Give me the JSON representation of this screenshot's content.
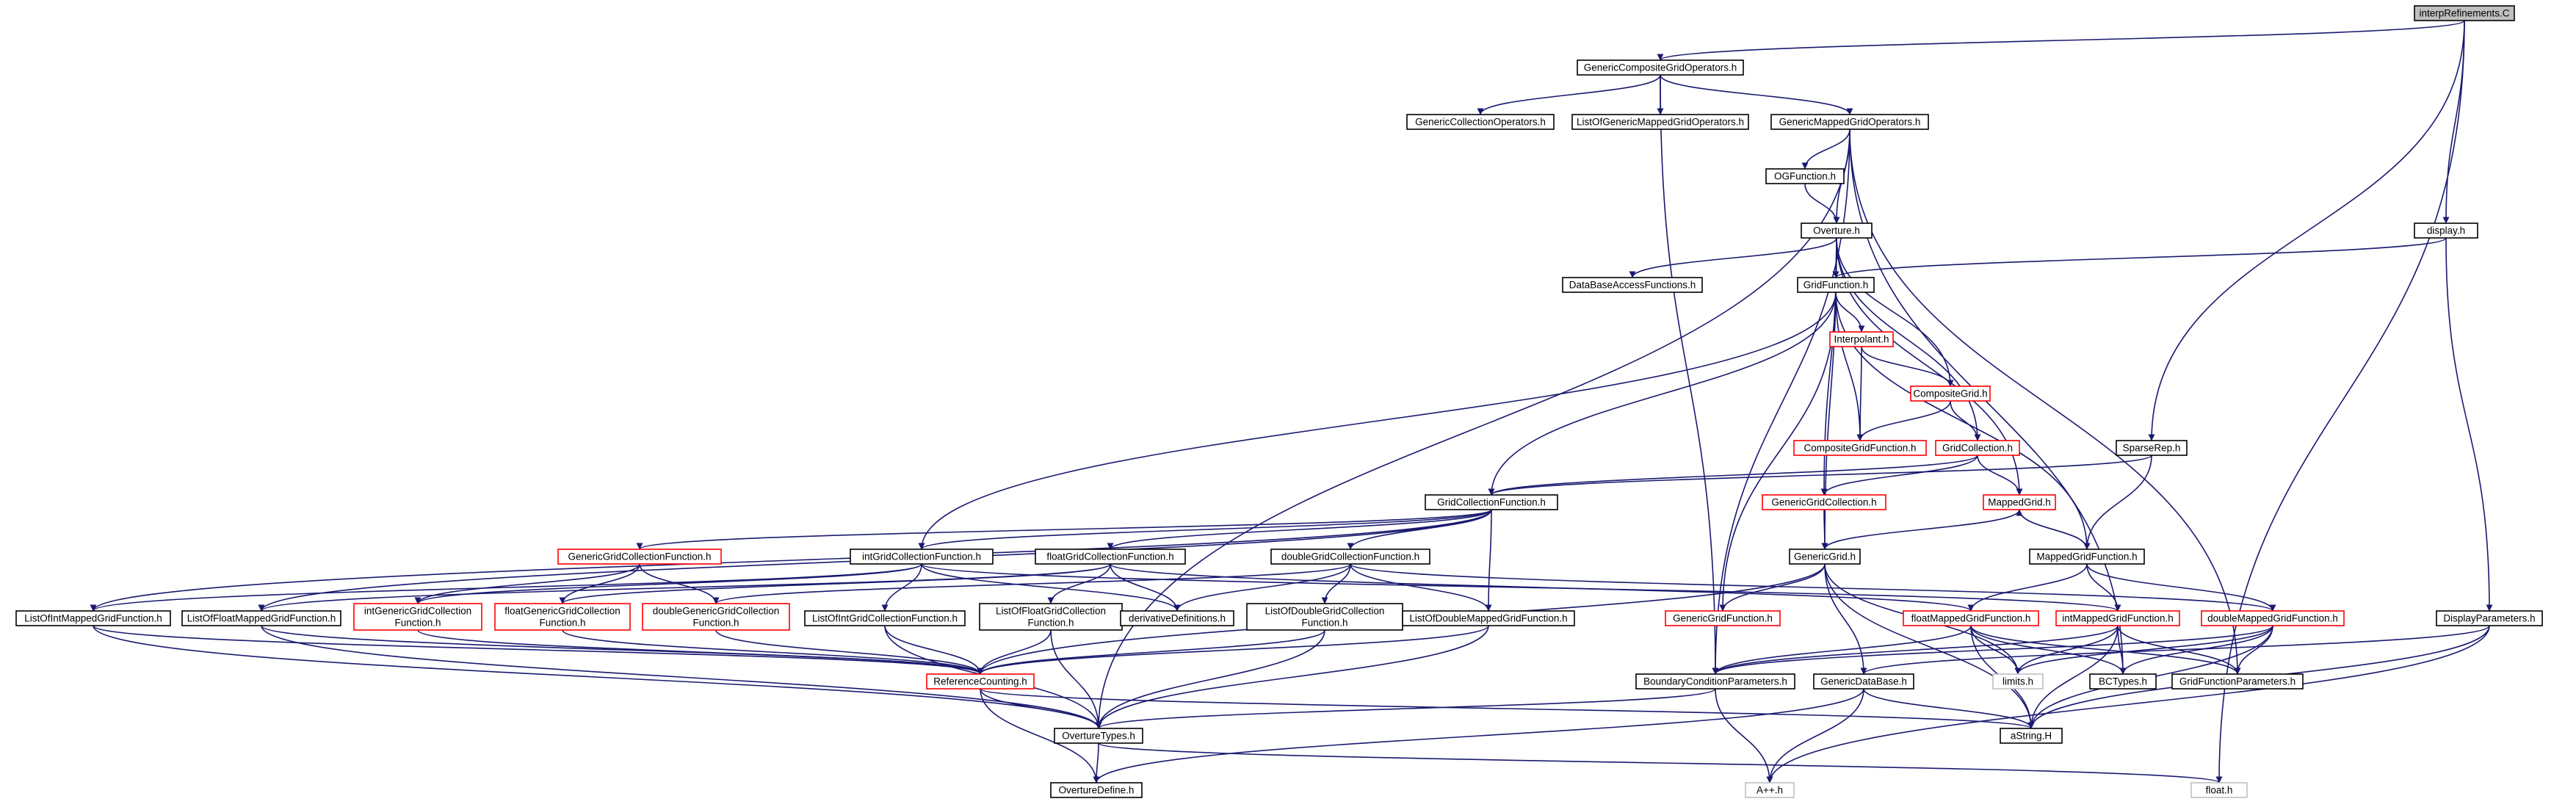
{
  "colors": {
    "edge": "#191970",
    "box_default": "#000000",
    "box_red": "#ff0000",
    "box_gray": "#bfbfbf",
    "root_fill": "#bfbfbf"
  },
  "nodes": [
    {
      "id": "interpRefinements",
      "label": [
        "interpRefinements.C"
      ],
      "style": "root"
    },
    {
      "id": "GenericCompositeGridOperators",
      "label": [
        "GenericCompositeGridOperators.h"
      ],
      "style": "black"
    },
    {
      "id": "GenericCollectionOperators",
      "label": [
        "GenericCollectionOperators.h"
      ],
      "style": "black"
    },
    {
      "id": "ListOfGenericMappedGridOperators",
      "label": [
        "ListOfGenericMappedGridOperators.h"
      ],
      "style": "black"
    },
    {
      "id": "GenericMappedGridOperators",
      "label": [
        "GenericMappedGridOperators.h"
      ],
      "style": "black"
    },
    {
      "id": "OGFunction",
      "label": [
        "OGFunction.h"
      ],
      "style": "black"
    },
    {
      "id": "Overture",
      "label": [
        "Overture.h"
      ],
      "style": "black"
    },
    {
      "id": "display",
      "label": [
        "display.h"
      ],
      "style": "black"
    },
    {
      "id": "DataBaseAccessFunctions",
      "label": [
        "DataBaseAccessFunctions.h"
      ],
      "style": "black"
    },
    {
      "id": "GridFunction",
      "label": [
        "GridFunction.h"
      ],
      "style": "black"
    },
    {
      "id": "Interpolant",
      "label": [
        "Interpolant.h"
      ],
      "style": "red"
    },
    {
      "id": "CompositeGrid",
      "label": [
        "CompositeGrid.h"
      ],
      "style": "red"
    },
    {
      "id": "CompositeGridFunction",
      "label": [
        "CompositeGridFunction.h"
      ],
      "style": "red"
    },
    {
      "id": "GridCollection",
      "label": [
        "GridCollection.h"
      ],
      "style": "red"
    },
    {
      "id": "SparseRep",
      "label": [
        "SparseRep.h"
      ],
      "style": "black"
    },
    {
      "id": "GridCollectionFunction",
      "label": [
        "GridCollectionFunction.h"
      ],
      "style": "black"
    },
    {
      "id": "GenericGridCollection",
      "label": [
        "GenericGridCollection.h"
      ],
      "style": "red"
    },
    {
      "id": "MappedGrid",
      "label": [
        "MappedGrid.h"
      ],
      "style": "red"
    },
    {
      "id": "GenericGridCollectionFunction",
      "label": [
        "GenericGridCollectionFunction.h"
      ],
      "style": "red"
    },
    {
      "id": "intGridCollectionFunction",
      "label": [
        "intGridCollectionFunction.h"
      ],
      "style": "black"
    },
    {
      "id": "floatGridCollectionFunction",
      "label": [
        "floatGridCollectionFunction.h"
      ],
      "style": "black"
    },
    {
      "id": "doubleGridCollectionFunction",
      "label": [
        "doubleGridCollectionFunction.h"
      ],
      "style": "black"
    },
    {
      "id": "GenericGrid",
      "label": [
        "GenericGrid.h"
      ],
      "style": "black"
    },
    {
      "id": "MappedGridFunction",
      "label": [
        "MappedGridFunction.h"
      ],
      "style": "black"
    },
    {
      "id": "ListOfIntMappedGridFunction",
      "label": [
        "ListOfIntMappedGridFunction.h"
      ],
      "style": "black"
    },
    {
      "id": "ListOfFloatMappedGridFunction",
      "label": [
        "ListOfFloatMappedGridFunction.h"
      ],
      "style": "black"
    },
    {
      "id": "intGenericGridCollectionFunction",
      "label": [
        "intGenericGridCollection",
        "Function.h"
      ],
      "style": "red"
    },
    {
      "id": "floatGenericGridCollectionFunction",
      "label": [
        "floatGenericGridCollection",
        "Function.h"
      ],
      "style": "red"
    },
    {
      "id": "doubleGenericGridCollectionFunction",
      "label": [
        "doubleGenericGridCollection",
        "Function.h"
      ],
      "style": "red"
    },
    {
      "id": "ListOfIntGridCollectionFunction",
      "label": [
        "ListOfIntGridCollectionFunction.h"
      ],
      "style": "black"
    },
    {
      "id": "ListOfFloatGridCollectionFunction",
      "label": [
        "ListOfFloatGridCollection",
        "Function.h"
      ],
      "style": "black"
    },
    {
      "id": "derivativeDefinitions",
      "label": [
        "derivativeDefinitions.h"
      ],
      "style": "black"
    },
    {
      "id": "ListOfDoubleGridCollectionFunction",
      "label": [
        "ListOfDoubleGridCollection",
        "Function.h"
      ],
      "style": "black"
    },
    {
      "id": "ListOfDoubleMappedGridFunction",
      "label": [
        "ListOfDoubleMappedGridFunction.h"
      ],
      "style": "black"
    },
    {
      "id": "GenericGridFunction",
      "label": [
        "GenericGridFunction.h"
      ],
      "style": "red"
    },
    {
      "id": "floatMappedGridFunction",
      "label": [
        "floatMappedGridFunction.h"
      ],
      "style": "red"
    },
    {
      "id": "intMappedGridFunction",
      "label": [
        "intMappedGridFunction.h"
      ],
      "style": "red"
    },
    {
      "id": "doubleMappedGridFunction",
      "label": [
        "doubleMappedGridFunction.h"
      ],
      "style": "red"
    },
    {
      "id": "DisplayParameters",
      "label": [
        "DisplayParameters.h"
      ],
      "style": "black"
    },
    {
      "id": "ReferenceCounting",
      "label": [
        "ReferenceCounting.h"
      ],
      "style": "red"
    },
    {
      "id": "BoundaryConditionParameters",
      "label": [
        "BoundaryConditionParameters.h"
      ],
      "style": "black"
    },
    {
      "id": "GenericDataBase",
      "label": [
        "GenericDataBase.h"
      ],
      "style": "black"
    },
    {
      "id": "limits",
      "label": [
        "limits.h"
      ],
      "style": "gray"
    },
    {
      "id": "BCTypes",
      "label": [
        "BCTypes.h"
      ],
      "style": "black"
    },
    {
      "id": "GridFunctionParameters",
      "label": [
        "GridFunctionParameters.h"
      ],
      "style": "black"
    },
    {
      "id": "OvertureTypes",
      "label": [
        "OvertureTypes.h"
      ],
      "style": "black"
    },
    {
      "id": "aString",
      "label": [
        "aString.H"
      ],
      "style": "black"
    },
    {
      "id": "OvertureDefine",
      "label": [
        "OvertureDefine.h"
      ],
      "style": "black"
    },
    {
      "id": "Aplusplus",
      "label": [
        "A++.h"
      ],
      "style": "gray"
    },
    {
      "id": "float",
      "label": [
        "float.h"
      ],
      "style": "gray"
    }
  ],
  "edges": [
    [
      "interpRefinements",
      "GenericCompositeGridOperators"
    ],
    [
      "interpRefinements",
      "display"
    ],
    [
      "interpRefinements",
      "SparseRep"
    ],
    [
      "interpRefinements",
      "float"
    ],
    [
      "GenericCompositeGridOperators",
      "GenericCollectionOperators"
    ],
    [
      "GenericCompositeGridOperators",
      "ListOfGenericMappedGridOperators"
    ],
    [
      "GenericCompositeGridOperators",
      "GenericMappedGridOperators"
    ],
    [
      "GenericCompositeGridOperators",
      "BoundaryConditionParameters"
    ],
    [
      "GenericMappedGridOperators",
      "OGFunction"
    ],
    [
      "GenericMappedGridOperators",
      "Overture"
    ],
    [
      "GenericMappedGridOperators",
      "OvertureTypes"
    ],
    [
      "GenericMappedGridOperators",
      "BoundaryConditionParameters"
    ],
    [
      "GenericMappedGridOperators",
      "BCTypes"
    ],
    [
      "GenericMappedGridOperators",
      "GridFunctionParameters"
    ],
    [
      "OGFunction",
      "Overture"
    ],
    [
      "Overture",
      "DataBaseAccessFunctions"
    ],
    [
      "Overture",
      "GridFunction"
    ],
    [
      "Overture",
      "CompositeGrid"
    ],
    [
      "Overture",
      "GridCollection"
    ],
    [
      "Overture",
      "MappedGrid"
    ],
    [
      "Overture",
      "GenericGrid"
    ],
    [
      "Overture",
      "GenericGridCollection"
    ],
    [
      "display",
      "GridFunction"
    ],
    [
      "display",
      "DisplayParameters"
    ],
    [
      "GridFunction",
      "Interpolant"
    ],
    [
      "GridFunction",
      "CompositeGridFunction"
    ],
    [
      "GridFunction",
      "GridCollectionFunction"
    ],
    [
      "GridFunction",
      "MappedGridFunction"
    ],
    [
      "GridFunction",
      "GenericGridFunction"
    ],
    [
      "GridFunction",
      "intGridCollectionFunction"
    ],
    [
      "Interpolant",
      "CompositeGrid"
    ],
    [
      "Interpolant",
      "CompositeGridFunction"
    ],
    [
      "CompositeGrid",
      "CompositeGridFunction"
    ],
    [
      "CompositeGrid",
      "GridCollection"
    ],
    [
      "GridCollection",
      "GridCollectionFunction"
    ],
    [
      "GridCollection",
      "GenericGridCollection"
    ],
    [
      "GridCollection",
      "MappedGrid"
    ],
    [
      "SparseRep",
      "GridCollectionFunction"
    ],
    [
      "SparseRep",
      "MappedGridFunction"
    ],
    [
      "GridCollectionFunction",
      "GenericGridCollectionFunction"
    ],
    [
      "GridCollectionFunction",
      "intGridCollectionFunction"
    ],
    [
      "GridCollectionFunction",
      "floatGridCollectionFunction"
    ],
    [
      "GridCollectionFunction",
      "doubleGridCollectionFunction"
    ],
    [
      "GridCollectionFunction",
      "ListOfDoubleMappedGridFunction"
    ],
    [
      "GridCollectionFunction",
      "ListOfIntMappedGridFunction"
    ],
    [
      "GridCollectionFunction",
      "ListOfFloatMappedGridFunction"
    ],
    [
      "GenericGridCollection",
      "GenericGrid"
    ],
    [
      "MappedGrid",
      "GenericGrid"
    ],
    [
      "MappedGrid",
      "MappedGridFunction"
    ],
    [
      "MappedGridFunction",
      "MappedGrid"
    ],
    [
      "GenericGridCollectionFunction",
      "intGenericGridCollectionFunction"
    ],
    [
      "GenericGridCollectionFunction",
      "floatGenericGridCollectionFunction"
    ],
    [
      "GenericGridCollectionFunction",
      "doubleGenericGridCollectionFunction"
    ],
    [
      "intGridCollectionFunction",
      "intGenericGridCollectionFunction"
    ],
    [
      "intGridCollectionFunction",
      "ListOfIntGridCollectionFunction"
    ],
    [
      "intGridCollectionFunction",
      "derivativeDefinitions"
    ],
    [
      "intGridCollectionFunction",
      "intMappedGridFunction"
    ],
    [
      "intGridCollectionFunction",
      "ListOfIntMappedGridFunction"
    ],
    [
      "floatGridCollectionFunction",
      "floatGenericGridCollectionFunction"
    ],
    [
      "floatGridCollectionFunction",
      "ListOfFloatGridCollectionFunction"
    ],
    [
      "floatGridCollectionFunction",
      "derivativeDefinitions"
    ],
    [
      "floatGridCollectionFunction",
      "floatMappedGridFunction"
    ],
    [
      "floatGridCollectionFunction",
      "ListOfFloatMappedGridFunction"
    ],
    [
      "doubleGridCollectionFunction",
      "doubleGenericGridCollectionFunction"
    ],
    [
      "doubleGridCollectionFunction",
      "ListOfDoubleGridCollectionFunction"
    ],
    [
      "doubleGridCollectionFunction",
      "derivativeDefinitions"
    ],
    [
      "doubleGridCollectionFunction",
      "ListOfDoubleMappedGridFunction"
    ],
    [
      "doubleGridCollectionFunction",
      "doubleMappedGridFunction"
    ],
    [
      "GenericGrid",
      "GenericGridFunction"
    ],
    [
      "GenericGrid",
      "ReferenceCounting"
    ],
    [
      "GenericGrid",
      "GenericDataBase"
    ],
    [
      "GenericGrid",
      "limits"
    ],
    [
      "GenericGrid",
      "aString"
    ],
    [
      "MappedGridFunction",
      "floatMappedGridFunction"
    ],
    [
      "MappedGridFunction",
      "intMappedGridFunction"
    ],
    [
      "MappedGridFunction",
      "doubleMappedGridFunction"
    ],
    [
      "ListOfIntMappedGridFunction",
      "ReferenceCounting"
    ],
    [
      "ListOfIntMappedGridFunction",
      "OvertureTypes"
    ],
    [
      "ListOfFloatMappedGridFunction",
      "ReferenceCounting"
    ],
    [
      "ListOfFloatMappedGridFunction",
      "OvertureTypes"
    ],
    [
      "intGenericGridCollectionFunction",
      "ReferenceCounting"
    ],
    [
      "floatGenericGridCollectionFunction",
      "ReferenceCounting"
    ],
    [
      "doubleGenericGridCollectionFunction",
      "ReferenceCounting"
    ],
    [
      "ListOfIntGridCollectionFunction",
      "ReferenceCounting"
    ],
    [
      "ListOfIntGridCollectionFunction",
      "OvertureTypes"
    ],
    [
      "ListOfFloatGridCollectionFunction",
      "ReferenceCounting"
    ],
    [
      "ListOfFloatGridCollectionFunction",
      "OvertureTypes"
    ],
    [
      "ListOfDoubleGridCollectionFunction",
      "ReferenceCounting"
    ],
    [
      "ListOfDoubleGridCollectionFunction",
      "OvertureTypes"
    ],
    [
      "ListOfDoubleMappedGridFunction",
      "ReferenceCounting"
    ],
    [
      "ListOfDoubleMappedGridFunction",
      "OvertureTypes"
    ],
    [
      "floatMappedGridFunction",
      "BoundaryConditionParameters"
    ],
    [
      "floatMappedGridFunction",
      "limits"
    ],
    [
      "floatMappedGridFunction",
      "aString"
    ],
    [
      "floatMappedGridFunction",
      "BCTypes"
    ],
    [
      "floatMappedGridFunction",
      "GridFunctionParameters"
    ],
    [
      "intMappedGridFunction",
      "BoundaryConditionParameters"
    ],
    [
      "intMappedGridFunction",
      "limits"
    ],
    [
      "intMappedGridFunction",
      "aString"
    ],
    [
      "intMappedGridFunction",
      "BCTypes"
    ],
    [
      "intMappedGridFunction",
      "GridFunctionParameters"
    ],
    [
      "doubleMappedGridFunction",
      "BoundaryConditionParameters"
    ],
    [
      "doubleMappedGridFunction",
      "limits"
    ],
    [
      "doubleMappedGridFunction",
      "aString"
    ],
    [
      "doubleMappedGridFunction",
      "BCTypes"
    ],
    [
      "doubleMappedGridFunction",
      "GridFunctionParameters"
    ],
    [
      "DisplayParameters",
      "GenericDataBase"
    ],
    [
      "DisplayParameters",
      "aString"
    ],
    [
      "DisplayParameters",
      "Aplusplus"
    ],
    [
      "ReferenceCounting",
      "OvertureTypes"
    ],
    [
      "ReferenceCounting",
      "OvertureDefine"
    ],
    [
      "ReferenceCounting",
      "aString"
    ],
    [
      "BoundaryConditionParameters",
      "OvertureTypes"
    ],
    [
      "BoundaryConditionParameters",
      "Aplusplus"
    ],
    [
      "GenericDataBase",
      "OvertureDefine"
    ],
    [
      "GenericDataBase",
      "aString"
    ],
    [
      "GenericDataBase",
      "Aplusplus"
    ],
    [
      "OvertureTypes",
      "OvertureDefine"
    ],
    [
      "OvertureTypes",
      "float"
    ]
  ]
}
